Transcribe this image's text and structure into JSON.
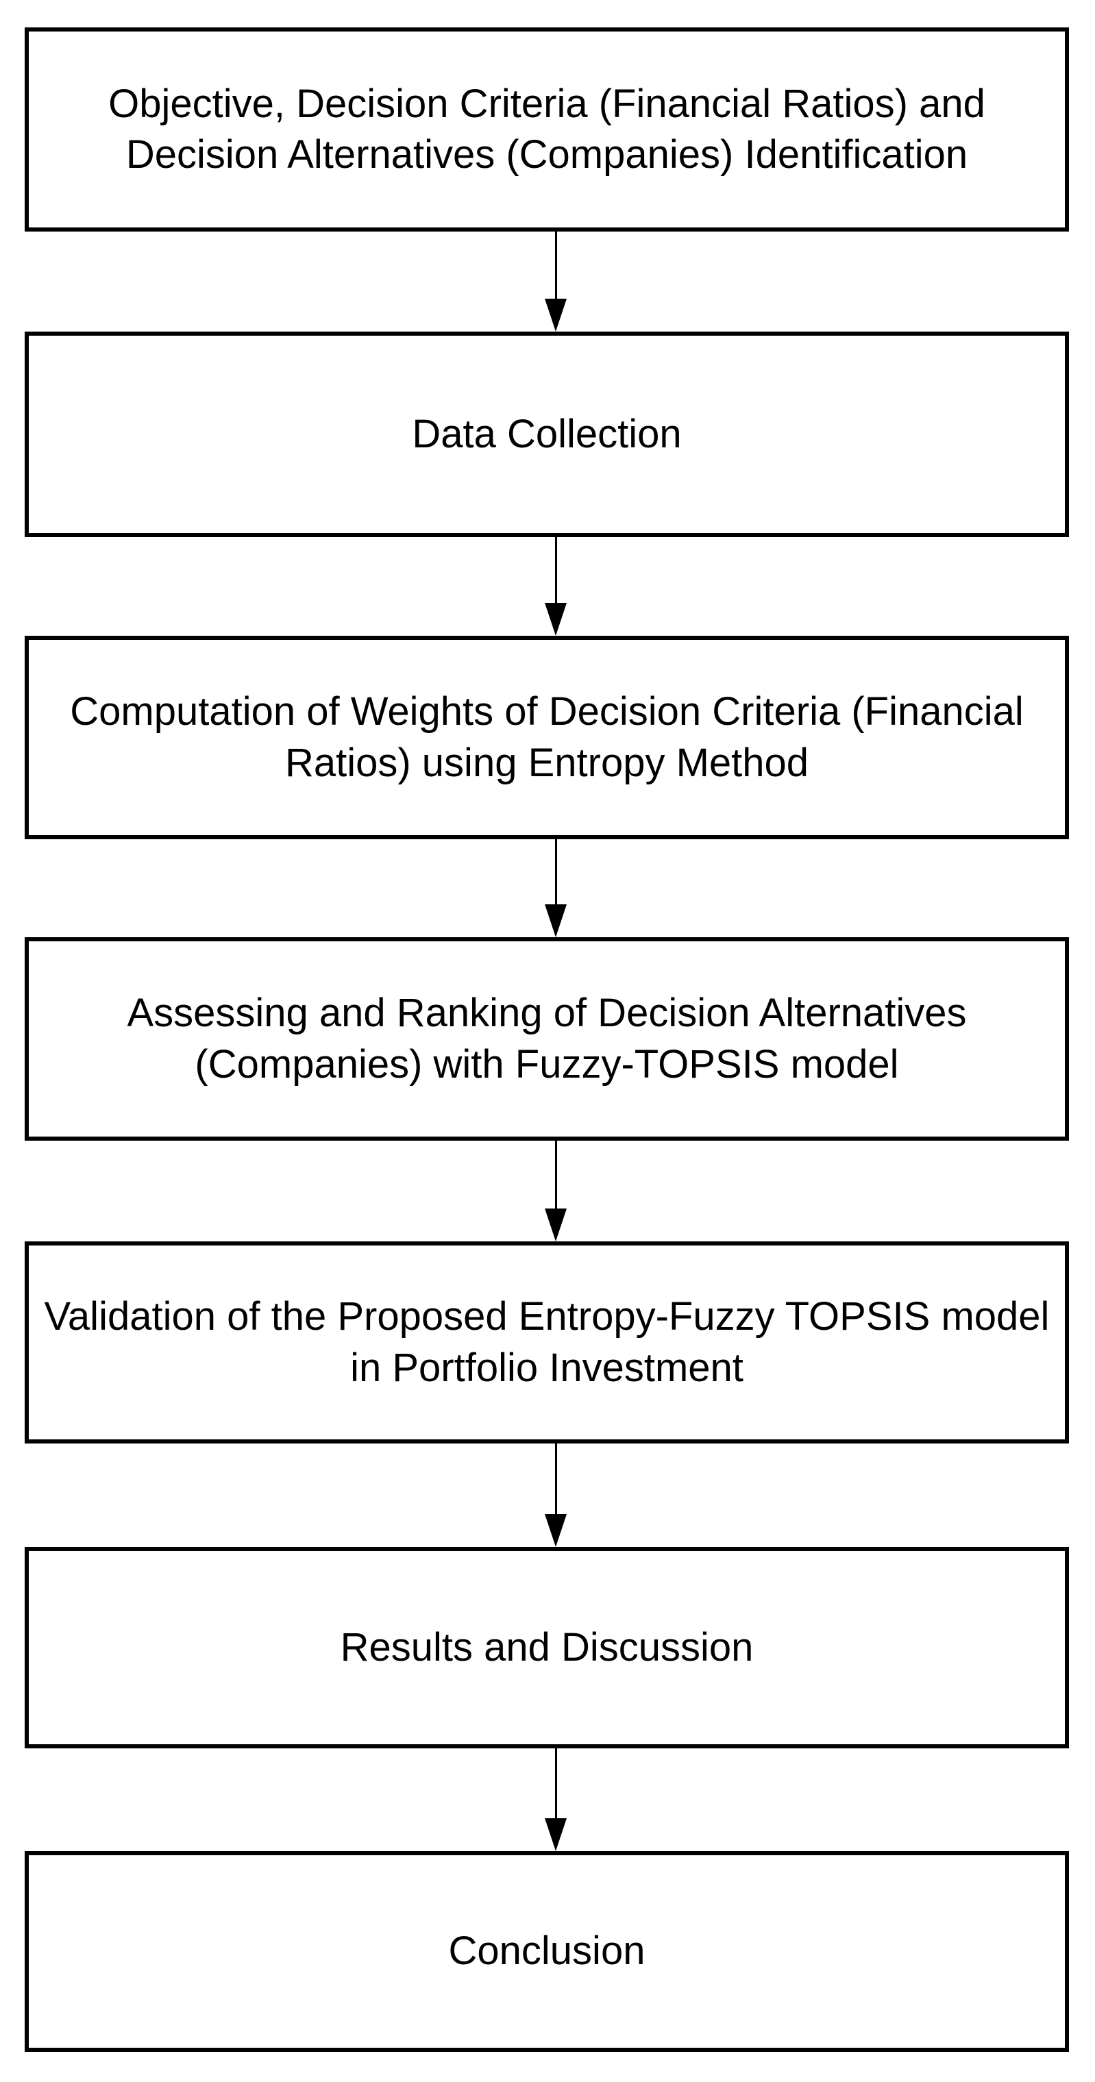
{
  "flowchart": {
    "description": "Vertical methodology flowchart of seven process steps connected by downward arrows",
    "steps": [
      {
        "label": "Objective, Decision Criteria (Financial Ratios) and\nDecision Alternatives (Companies) Identification"
      },
      {
        "label": "Data Collection"
      },
      {
        "label": "Computation of Weights of Decision Criteria (Financial\nRatios) using Entropy Method"
      },
      {
        "label": "Assessing and Ranking of Decision Alternatives\n(Companies) with Fuzzy-TOPSIS model"
      },
      {
        "label": "Validation of the Proposed Entropy-Fuzzy TOPSIS model\nin Portfolio Investment"
      },
      {
        "label": "Results and Discussion"
      },
      {
        "label": "Conclusion"
      }
    ],
    "connector_direction": "down",
    "colors": {
      "box_border": "#000000",
      "box_fill": "#ffffff",
      "text": "#000000",
      "arrow": "#000000",
      "background": "#ffffff"
    }
  }
}
